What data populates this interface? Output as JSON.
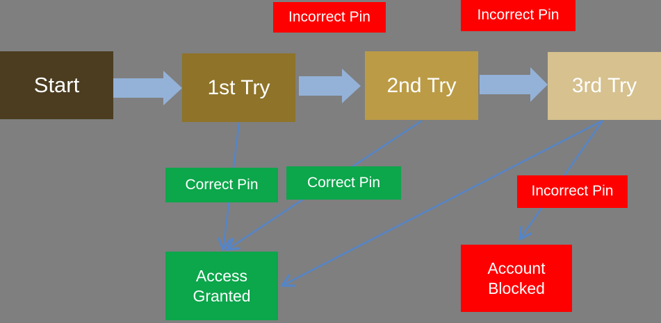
{
  "diagram": {
    "nodes": {
      "start": {
        "label": "Start",
        "color": "#4C3D21"
      },
      "try1": {
        "label": "1st Try",
        "color": "#8E7329"
      },
      "try2": {
        "label": "2nd Try",
        "color": "#BB9B45"
      },
      "try3": {
        "label": "3rd Try",
        "color": "#D6C18F"
      },
      "access_granted": {
        "label": "Access Granted",
        "color": "#0CA64B"
      },
      "account_blocked": {
        "label": "Account Blocked",
        "color": "#FF0000"
      }
    },
    "edge_labels": {
      "incorrect_pin_top_1": {
        "text": "Incorrect Pin",
        "color": "#FF0000"
      },
      "incorrect_pin_top_2": {
        "text": "Incorrect Pin",
        "color": "#FF0000"
      },
      "correct_pin_1": {
        "text": "Correct Pin",
        "color": "#0CA64B"
      },
      "correct_pin_2": {
        "text": "Correct Pin",
        "color": "#0CA64B"
      },
      "incorrect_pin_bottom": {
        "text": "Incorrect Pin",
        "color": "#FF0000"
      }
    },
    "edges": [
      {
        "from": "start",
        "to": "try1",
        "style": "block-arrow"
      },
      {
        "from": "try1",
        "to": "try2",
        "style": "block-arrow",
        "label": "Incorrect Pin"
      },
      {
        "from": "try2",
        "to": "try3",
        "style": "block-arrow",
        "label": "Incorrect Pin"
      },
      {
        "from": "try1",
        "to": "access_granted",
        "style": "line-arrow",
        "label": "Correct Pin"
      },
      {
        "from": "try2",
        "to": "access_granted",
        "style": "line-arrow",
        "label": "Correct Pin"
      },
      {
        "from": "try3",
        "to": "access_granted",
        "style": "line-arrow"
      },
      {
        "from": "try3",
        "to": "account_blocked",
        "style": "line-arrow",
        "label": "Incorrect Pin"
      }
    ],
    "colors": {
      "background": "#7F7F7F",
      "flow_arrow": "#94B2D8",
      "connector_line": "#5585C8",
      "text": "#FFFFFF"
    }
  }
}
